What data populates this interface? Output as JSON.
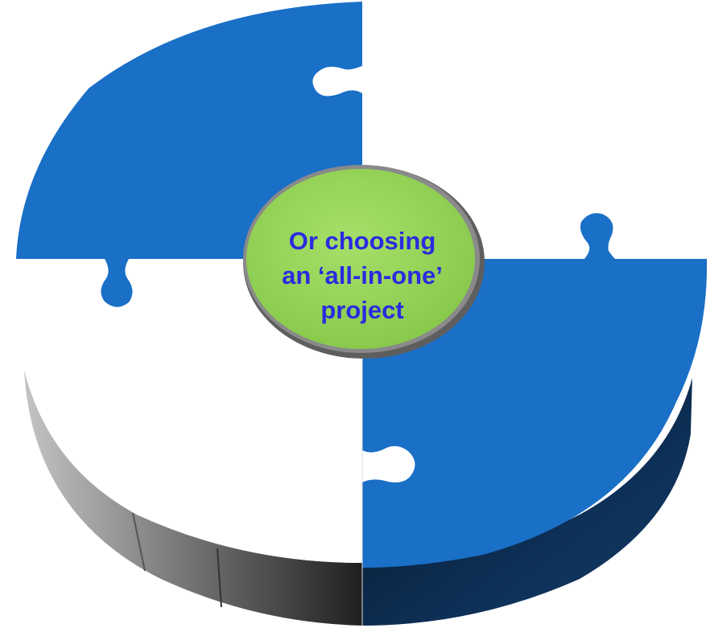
{
  "center": {
    "line1": "Or choosing",
    "line2": "an ‘all-in-one’",
    "line3": "project"
  },
  "colors": {
    "blue_piece": "#1a6fc6",
    "blue_side": "#0d3a66",
    "white_piece": "#ffffff",
    "center_fill": "#9bd85a",
    "center_text": "#2b2be0",
    "grey_side_light": "#a8a8a8",
    "grey_side_mid": "#6f6f6f",
    "grey_side_dark": "#2e2e2e"
  },
  "pieces": [
    {
      "name": "top-left",
      "color": "blue"
    },
    {
      "name": "top-right",
      "color": "white"
    },
    {
      "name": "bottom-left",
      "color": "white"
    },
    {
      "name": "bottom-right",
      "color": "blue"
    }
  ]
}
